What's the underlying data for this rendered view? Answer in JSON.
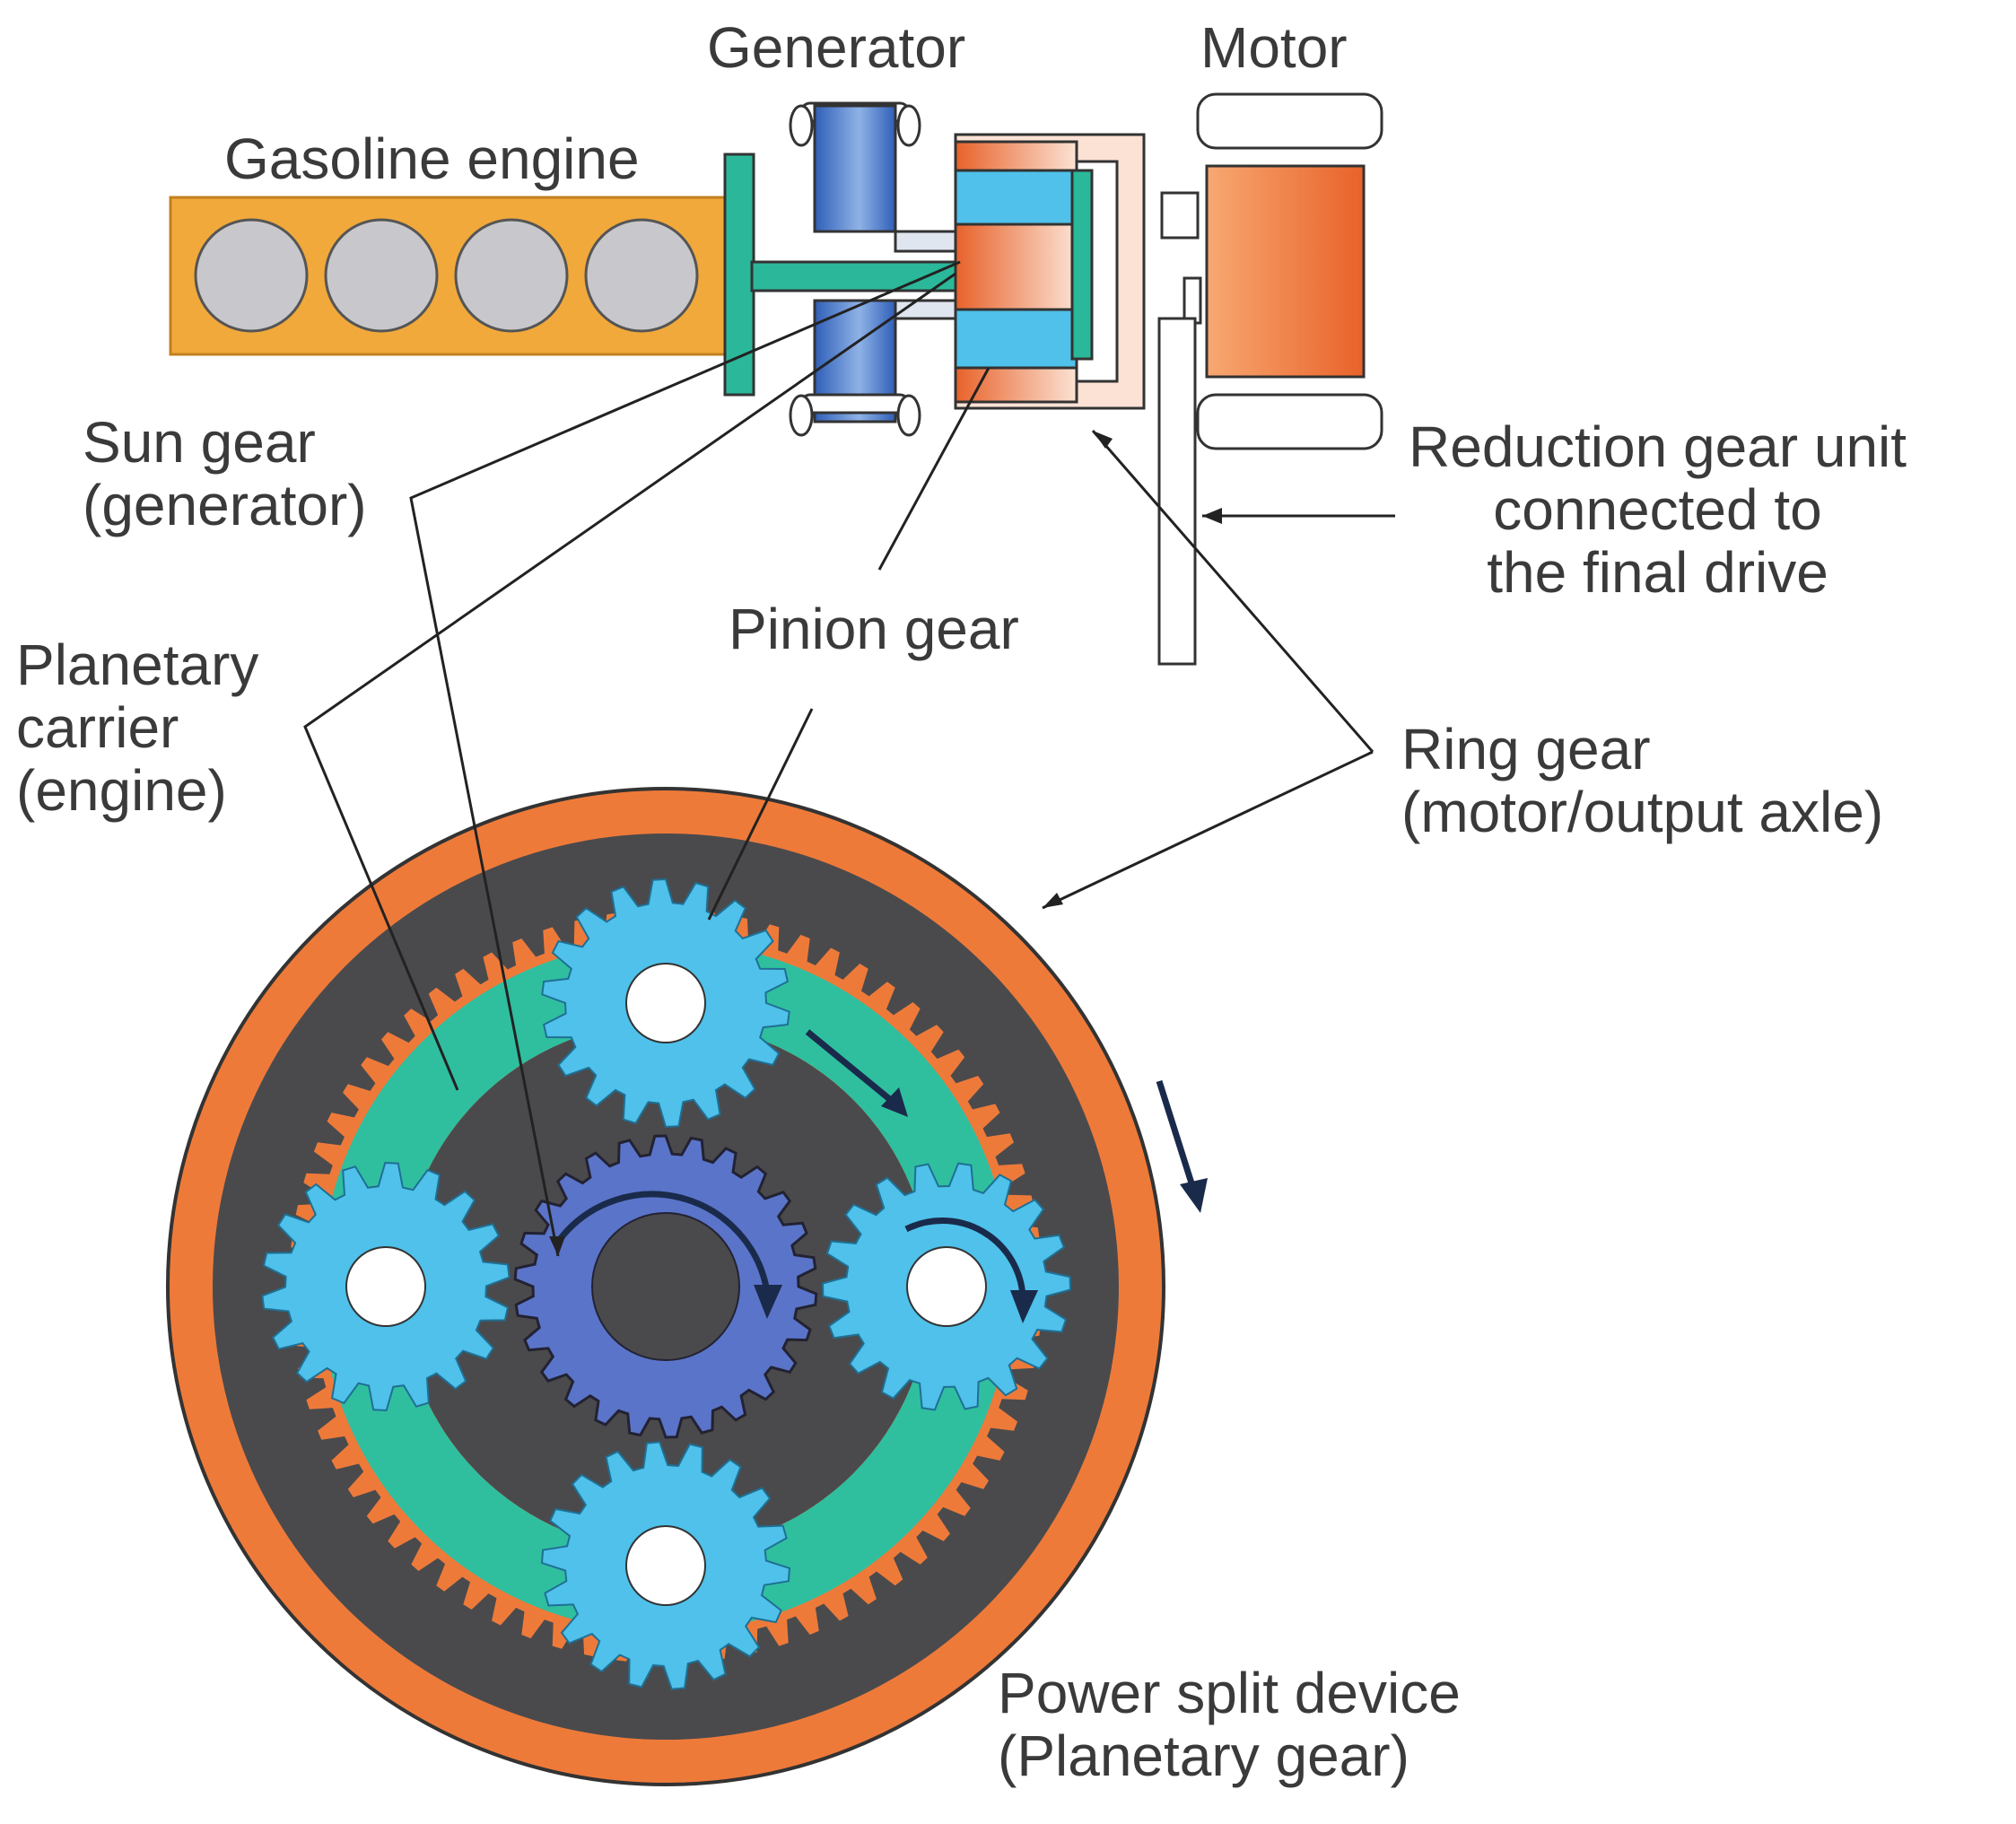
{
  "labels": {
    "generator": "Generator",
    "motor": "Motor",
    "gasoline_engine": "Gasoline engine",
    "sun_gear": [
      "Sun gear",
      "(generator)"
    ],
    "reduction_gear": [
      "Reduction gear unit",
      "connected to",
      "the final drive"
    ],
    "planetary_carrier": [
      "Planetary",
      "carrier",
      "(engine)"
    ],
    "pinion_gear": "Pinion gear",
    "ring_gear": [
      "Ring gear",
      "(motor/output axle)"
    ],
    "power_split": [
      "Power split device",
      "(Planetary gear)"
    ]
  },
  "colors": {
    "engine_block": "#f2a93b",
    "cylinder": "#c8c8cc",
    "shaft_green": "#2bb89a",
    "generator_blue": "#3f6fc2",
    "generator_light": "#8fb2e6",
    "pinion_cyan": "#4fc1ea",
    "ring_orange": "#ee7a3a",
    "ring_dark": "#4a4a4c",
    "carrier_teal": "#2fbf9f",
    "sun_blue": "#5a74c9",
    "motor_orange": "#f07c3c",
    "peach": "#fbe2d4",
    "outline": "#333333"
  }
}
